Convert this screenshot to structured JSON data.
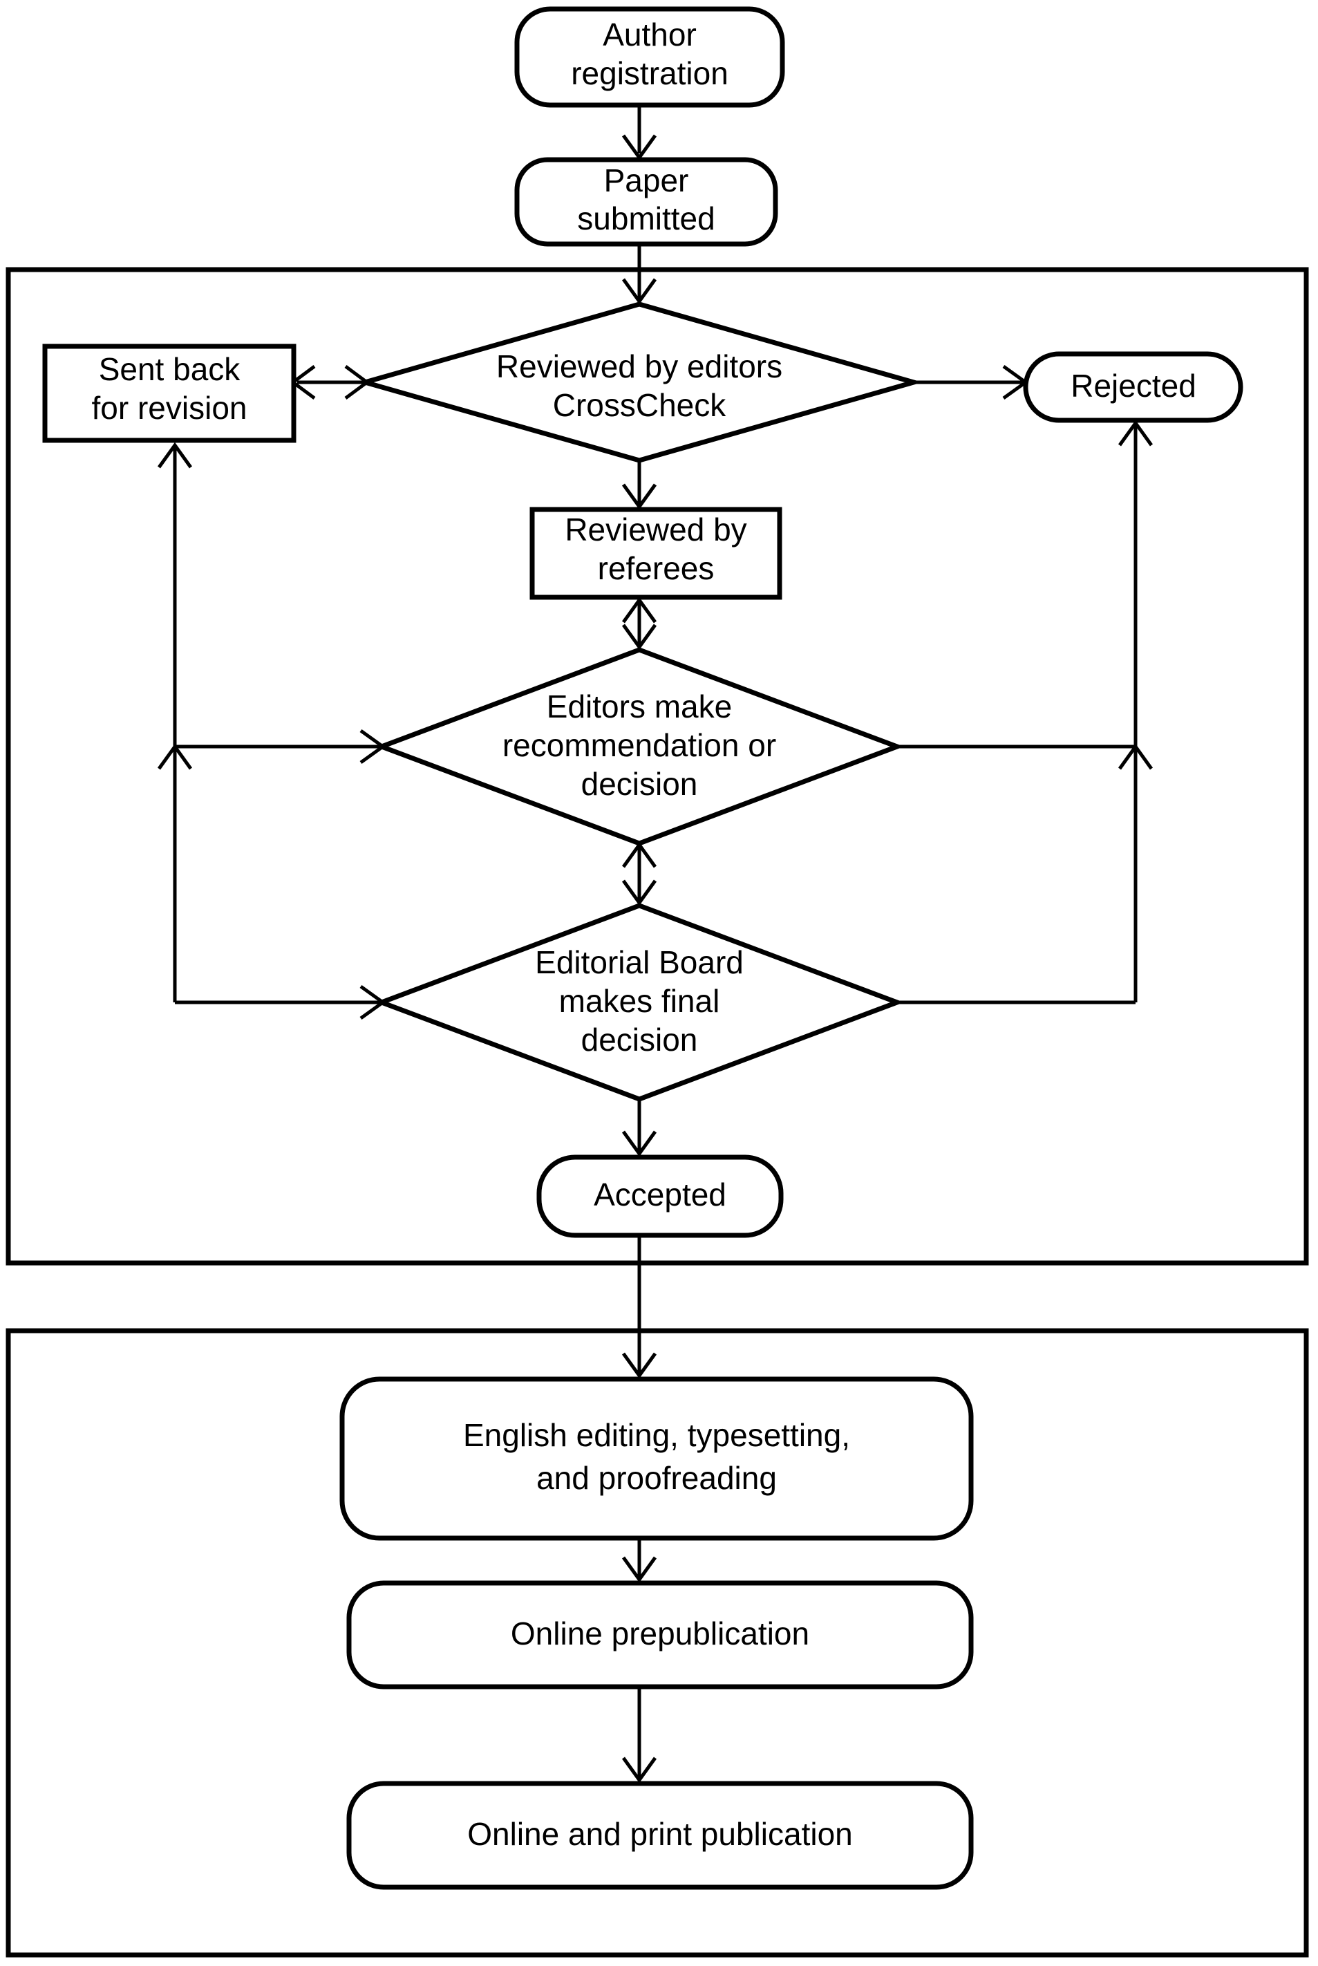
{
  "diagram": {
    "title": "Editorial and publication workflow flowchart",
    "type": "flowchart",
    "colors": {
      "stroke": "#000000",
      "fill": "#ffffff",
      "background": "#ffffff"
    },
    "nodes": {
      "author_registration": {
        "label_line1": "Author",
        "label_line2": "registration",
        "shape": "rounded-rectangle"
      },
      "paper_submitted": {
        "label_line1": "Paper",
        "label_line2": "submitted",
        "shape": "rounded-rectangle"
      },
      "sent_back": {
        "label_line1": "Sent back",
        "label_line2": "for revision",
        "shape": "rectangle"
      },
      "reviewed_editors": {
        "label_line1": "Reviewed by editors",
        "label_line2": "CrossCheck",
        "shape": "diamond"
      },
      "rejected": {
        "label_line1": "Rejected",
        "shape": "rounded-rectangle"
      },
      "reviewed_referees": {
        "label_line1": "Reviewed by",
        "label_line2": "referees",
        "shape": "rectangle"
      },
      "editors_decision": {
        "label_line1": "Editors make",
        "label_line2": "recommendation or",
        "label_line3": "decision",
        "shape": "diamond"
      },
      "board_decision": {
        "label_line1": "Editorial Board",
        "label_line2": "makes final",
        "label_line3": "decision",
        "shape": "diamond"
      },
      "accepted": {
        "label_line1": "Accepted",
        "shape": "rounded-rectangle"
      },
      "english_editing": {
        "label_line1": "English editing, typesetting,",
        "label_line2": "and proofreading",
        "shape": "rounded-rectangle"
      },
      "online_prepublication": {
        "label_line1": "Online prepublication",
        "shape": "rounded-rectangle"
      },
      "online_print_publication": {
        "label_line1": "Online and print publication",
        "shape": "rounded-rectangle"
      }
    },
    "panels": {
      "review_panel": {
        "label": ""
      },
      "production_panel": {
        "label": ""
      }
    },
    "edges": [
      {
        "from": "author_registration",
        "to": "paper_submitted",
        "type": "arrow"
      },
      {
        "from": "paper_submitted",
        "to": "reviewed_editors",
        "type": "arrow"
      },
      {
        "from": "reviewed_editors",
        "to": "sent_back",
        "type": "double-arrow"
      },
      {
        "from": "reviewed_editors",
        "to": "rejected",
        "type": "arrow"
      },
      {
        "from": "reviewed_editors",
        "to": "reviewed_referees",
        "type": "arrow"
      },
      {
        "from": "reviewed_referees",
        "to": "editors_decision",
        "type": "double-arrow"
      },
      {
        "from": "editors_decision",
        "to": "sent_back",
        "type": "loop-left"
      },
      {
        "from": "editors_decision",
        "to": "rejected",
        "type": "loop-right"
      },
      {
        "from": "editors_decision",
        "to": "board_decision",
        "type": "double-arrow"
      },
      {
        "from": "board_decision",
        "to": "sent_back",
        "type": "loop-left"
      },
      {
        "from": "board_decision",
        "to": "rejected",
        "type": "loop-right"
      },
      {
        "from": "board_decision",
        "to": "accepted",
        "type": "arrow"
      },
      {
        "from": "accepted",
        "to": "english_editing",
        "type": "arrow"
      },
      {
        "from": "english_editing",
        "to": "online_prepublication",
        "type": "arrow"
      },
      {
        "from": "online_prepublication",
        "to": "online_print_publication",
        "type": "arrow"
      }
    ]
  }
}
